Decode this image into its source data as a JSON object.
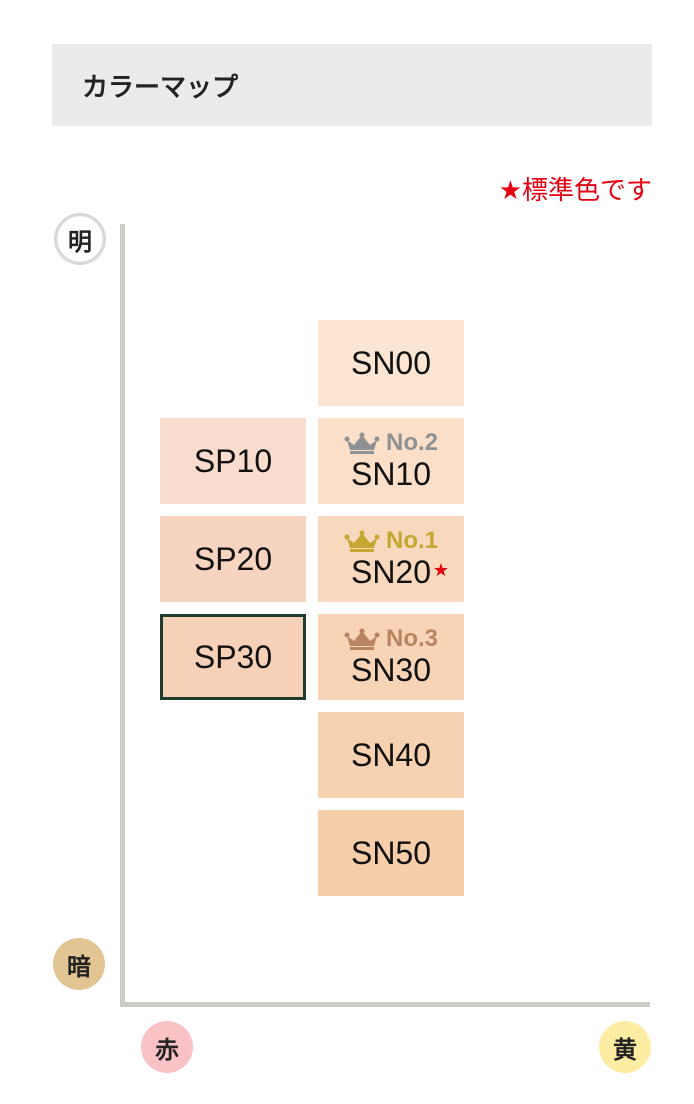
{
  "header": {
    "title": "カラーマップ"
  },
  "legend": {
    "standard_note": "★標準色です"
  },
  "axes": {
    "top_label": "明",
    "bottom_label": "暗",
    "left_label": "赤",
    "right_label": "黄"
  },
  "colors": {
    "standard_star": "#e60012",
    "selected_border": "#1e3b2c",
    "badge_bright": "#ffffff",
    "badge_dark": "#e3c493",
    "badge_red": "#f9c2c4",
    "badge_yellow": "#fdeda2"
  },
  "swatches": {
    "sp10": {
      "label": "SP10",
      "color": "#f8dccd"
    },
    "sp20": {
      "label": "SP20",
      "color": "#f7d4c0"
    },
    "sp30": {
      "label": "SP30",
      "color": "#f6d1b8",
      "selected": true
    },
    "sn00": {
      "label": "SN00",
      "color": "#fce5d2"
    },
    "sn10": {
      "label": "SN10",
      "color": "#fbdfc8",
      "rank": "No.2",
      "rank_icon": "crown-icon"
    },
    "sn20": {
      "label": "SN20",
      "color": "#f9d9be",
      "rank": "No.1",
      "rank_icon": "crown-icon",
      "standard": "★"
    },
    "sn30": {
      "label": "SN30",
      "color": "#f8d4b6",
      "rank": "No.3",
      "rank_icon": "crown-icon"
    },
    "sn40": {
      "label": "SN40",
      "color": "#f7d2b1"
    },
    "sn50": {
      "label": "SN50",
      "color": "#f6ceaa"
    }
  }
}
